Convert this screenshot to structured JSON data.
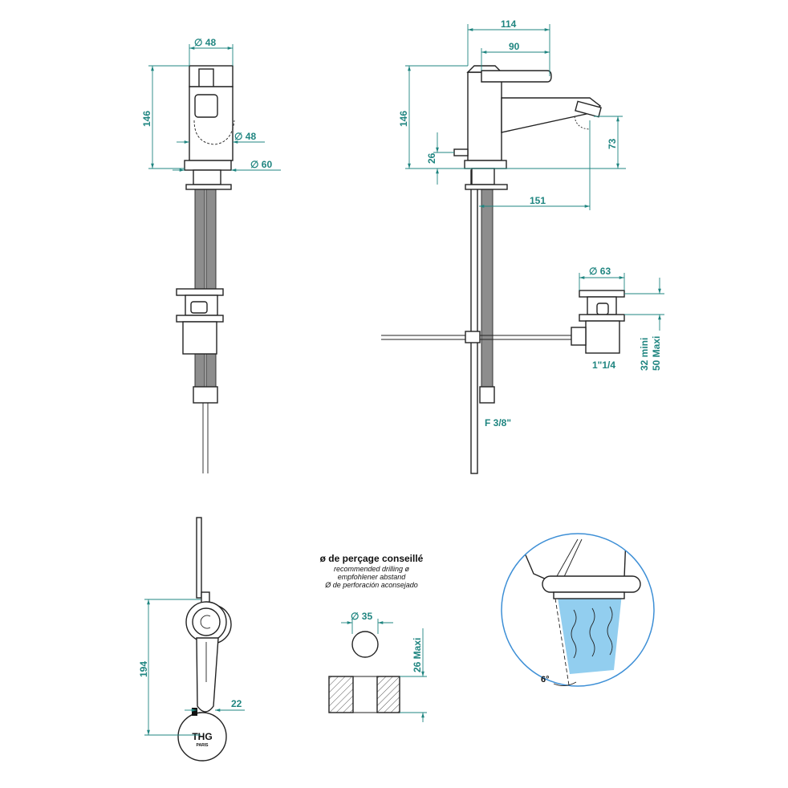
{
  "front_view": {
    "top_diameter": "∅ 48",
    "height": "146",
    "body_diameter": "∅ 48",
    "base_diameter": "∅ 60"
  },
  "side_view": {
    "reach_total": "114",
    "lever_length": "90",
    "height": "146",
    "inlet_height": "26",
    "spout_height": "73",
    "spout_reach": "151",
    "hose_connection": "F 3/8\"",
    "waste_diameter": "∅ 63",
    "waste_thread": "1\"1/4",
    "basin_thickness_min": "32 mini",
    "basin_thickness_max": "50 Maxi"
  },
  "top_view": {
    "length": "194",
    "lever_width": "22",
    "logo_text": "THG",
    "logo_subtext": "PARIS"
  },
  "drilling": {
    "title": "ø de perçage conseillé",
    "line_en": "recommended drilling ø",
    "line_de": "empfohlener abstand",
    "line_es": "Ø de perforación aconsejado",
    "hole_diameter": "∅ 35",
    "max_thickness": "26 Maxi"
  },
  "aerator_detail": {
    "spray_angle": "6°",
    "spray_color": "#7fc6ec",
    "circle_color": "#3d8fd6"
  }
}
